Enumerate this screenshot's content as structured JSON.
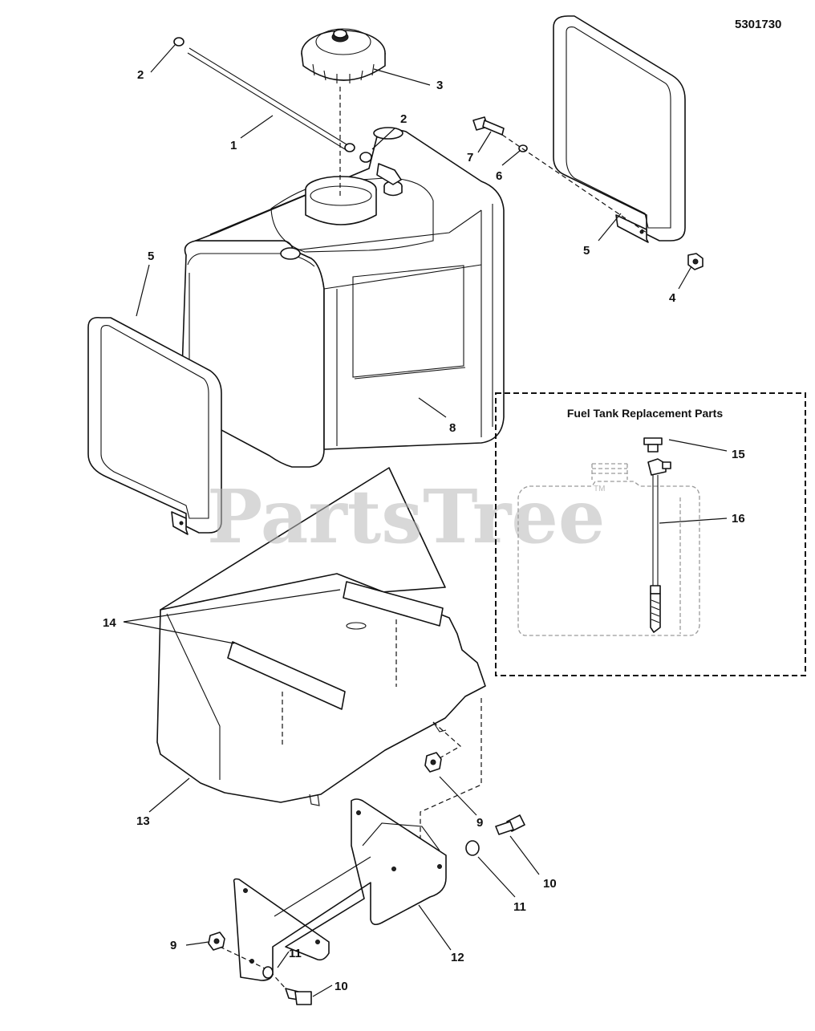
{
  "drawing_number": "5301730",
  "watermark": {
    "text": "PartsTree",
    "trademark": "TM"
  },
  "inset": {
    "title": "Fuel Tank Replacement Parts"
  },
  "callouts": {
    "c1": "1",
    "c2a": "2",
    "c2b": "2",
    "c3": "3",
    "c4": "4",
    "c5a": "5",
    "c5b": "5",
    "c6": "6",
    "c7": "7",
    "c8": "8",
    "c9a": "9",
    "c9b": "9",
    "c10a": "10",
    "c10b": "10",
    "c11a": "11",
    "c11b": "11",
    "c12": "12",
    "c13": "13",
    "c14": "14",
    "c15": "15",
    "c16": "16"
  }
}
